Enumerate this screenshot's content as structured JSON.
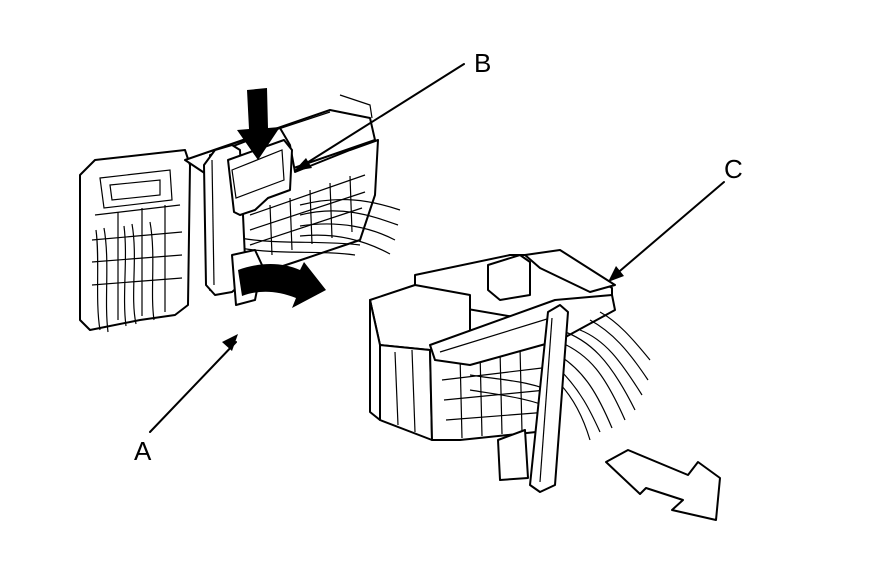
{
  "labels": {
    "a": "A",
    "b": "B",
    "c": "C"
  },
  "colors": {
    "ink": "#000000",
    "paper": "#ffffff"
  },
  "icons": {
    "push_down": "arrow-down-icon",
    "lever_rotate": "curved-arrow-icon",
    "pull_out": "hollow-arrow-icon"
  }
}
